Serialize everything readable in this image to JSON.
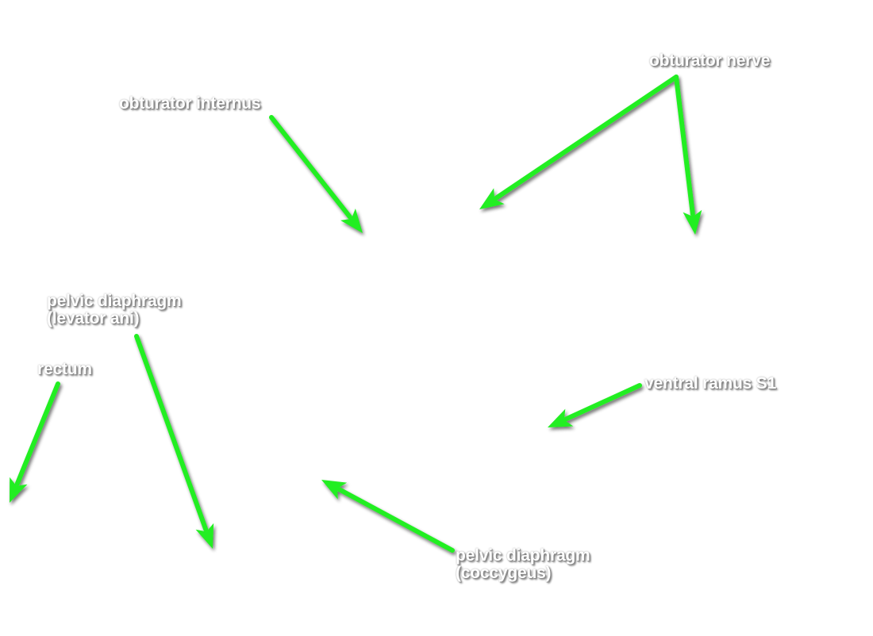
{
  "labels": {
    "obturator_internus": "obturator internus",
    "obturator_nerve": "obturator nerve",
    "levator_line1": "pelvic diaphragm",
    "levator_line2": "(levator ani)",
    "rectum": "rectum",
    "ventral_ramus": "ventral ramus S1",
    "coccygeus_line1": "pelvic diaphragm",
    "coccygeus_line2": "(coccygeus)"
  },
  "colors": {
    "arrow": "#22ee22",
    "label_text": "#ffffff"
  }
}
